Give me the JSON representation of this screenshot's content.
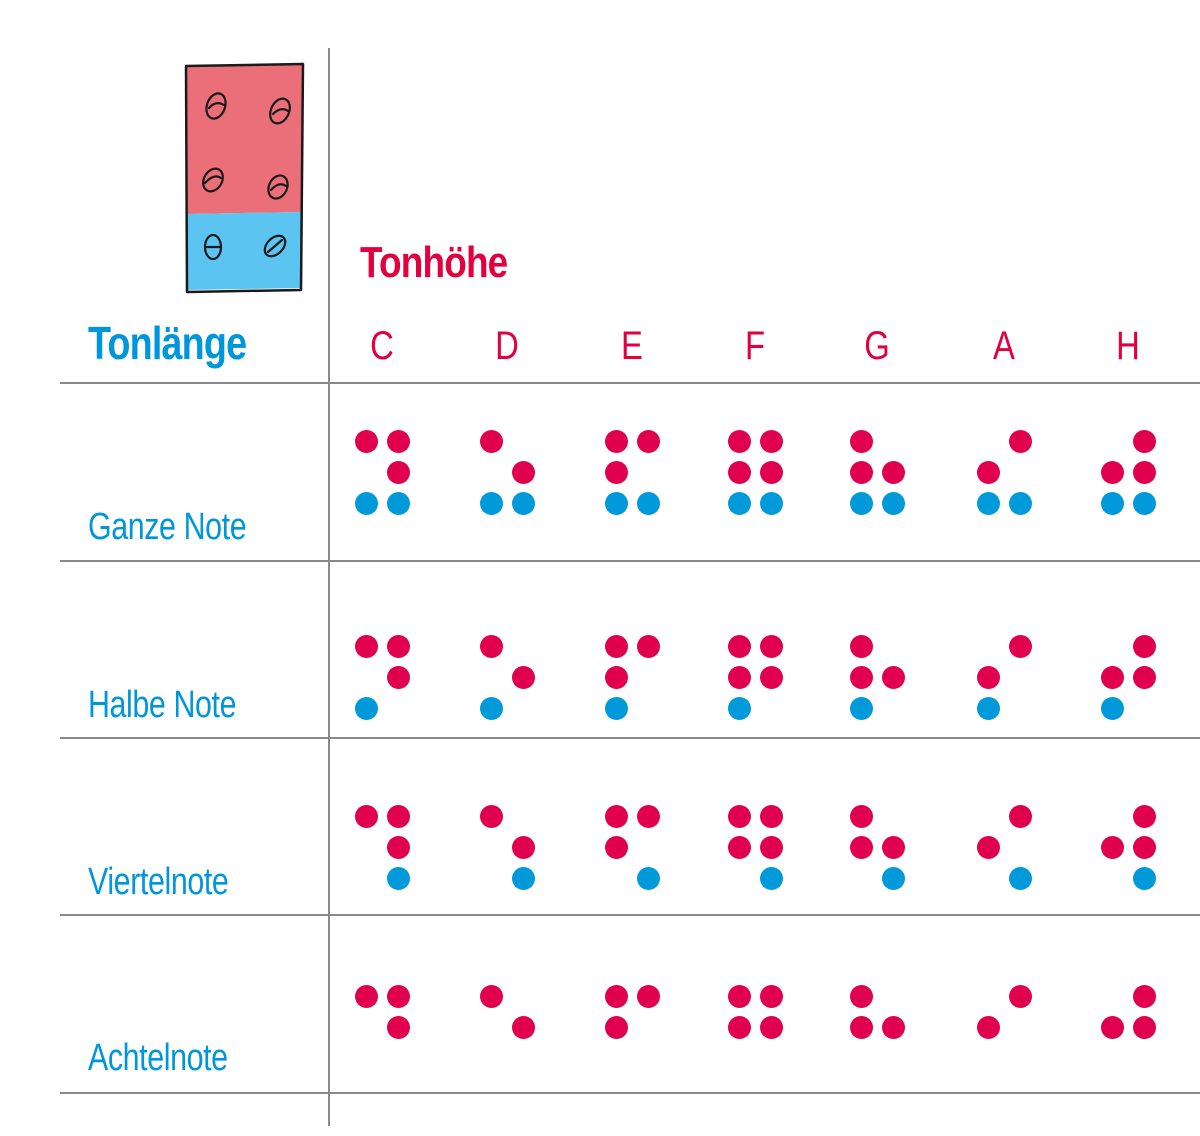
{
  "legend": {
    "cell_icon": "braille-cell-icon",
    "upper_color": "#EA6F78",
    "lower_color": "#5BC4F1",
    "upper_dots": 4,
    "lower_dots": 2
  },
  "colors": {
    "pitch": "#E3003F",
    "length": "#0096DB",
    "pitch_dot": "#E0004D",
    "length_dot": "#0099DA",
    "line": "#8A8A8A"
  },
  "headers": {
    "pitch_title": "Tonhöhe",
    "length_title": "Tonlänge"
  },
  "notes": [
    "C",
    "D",
    "E",
    "F",
    "G",
    "A",
    "H"
  ],
  "pitch_dots": {
    "C": [
      1,
      4,
      5
    ],
    "D": [
      1,
      5
    ],
    "E": [
      1,
      2,
      4
    ],
    "F": [
      1,
      2,
      4,
      5
    ],
    "G": [
      1,
      2,
      5
    ],
    "A": [
      2,
      4
    ],
    "H": [
      2,
      4,
      5
    ]
  },
  "rows": [
    {
      "label": "Ganze Note",
      "length_dots": [
        3,
        6
      ]
    },
    {
      "label": "Halbe Note",
      "length_dots": [
        3
      ]
    },
    {
      "label": "Viertelnote",
      "length_dots": [
        6
      ]
    },
    {
      "label": "Achtelnote",
      "length_dots": []
    }
  ]
}
